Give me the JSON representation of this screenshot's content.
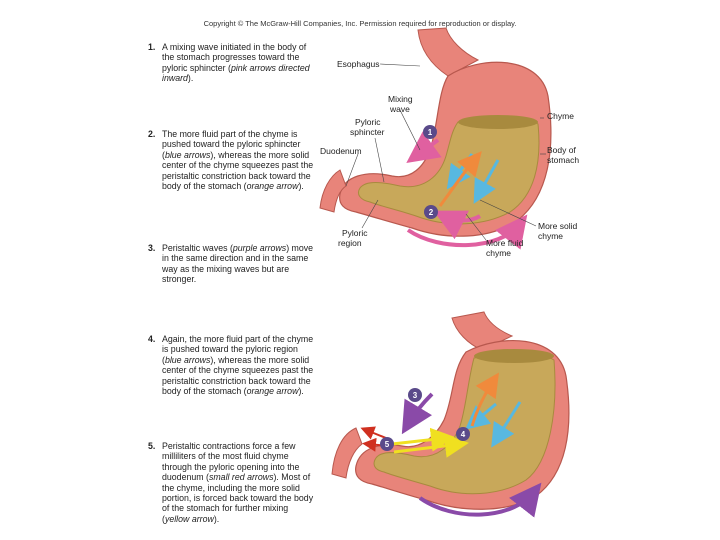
{
  "copyright": "Copyright © The McGraw-Hill Companies, Inc. Permission required for reproduction or display.",
  "steps": [
    {
      "num": "1.",
      "parts": [
        "A mixing wave initiated in the body of the stomach progresses toward the pyloric sphincter (",
        "pink arrows directed inward",
        ")."
      ]
    },
    {
      "num": "2.",
      "parts": [
        "The more fluid part of the chyme is pushed toward the pyloric sphincter (",
        "blue arrows",
        "), whereas the more solid center of the chyme squeezes past the peristaltic constriction back toward the body of the stomach (",
        "orange arrow",
        ")."
      ]
    },
    {
      "num": "3.",
      "parts": [
        "Peristaltic waves (",
        "purple arrows",
        ") move in the same direction and in the same way as the mixing waves but are stronger."
      ]
    },
    {
      "num": "4.",
      "parts": [
        "Again, the more fluid part of the chyme is pushed toward the pyloric region (",
        "blue arrows",
        "), whereas the more solid center of the chyme squeezes past the peristaltic constriction back toward the body of the stomach (",
        "orange arrow",
        ")."
      ]
    },
    {
      "num": "5.",
      "parts": [
        "Peristaltic contractions force a few milliliters of the most fluid chyme through the pyloric opening into the duodenum (",
        "small red arrows",
        "). Most of the chyme, including the more solid portion, is forced back toward the body of the stomach for further mixing (",
        "yellow arrow",
        ")."
      ]
    }
  ],
  "labels": {
    "esophagus": "Esophagus",
    "mixing_wave": [
      "Mixing",
      "wave"
    ],
    "pyloric_sphincter": [
      "Pyloric",
      "sphincter"
    ],
    "duodenum": "Duodenum",
    "chyme": "Chyme",
    "body_of_stomach": [
      "Body of",
      "stomach"
    ],
    "more_solid_chyme": [
      "More solid",
      "chyme"
    ],
    "more_fluid_chyme": [
      "More fluid",
      "chyme"
    ],
    "pyloric_region": [
      "Pyloric",
      "region"
    ]
  },
  "badges": [
    "1",
    "2",
    "3",
    "4",
    "5"
  ],
  "colors": {
    "stomach_wall": "#e8847a",
    "stomach_wall_light": "#f4b6a8",
    "chyme": "#c8a85a",
    "chyme_dark": "#a88a3e",
    "mixing_arrow": "#e060a0",
    "fluid_arrow": "#58b8e0",
    "solid_arrow": "#f08a3c",
    "peristaltic_arrow": "#8a4aa8",
    "duodenum_arrow": "#d03020",
    "mixing_back_arrow": "#f0e020",
    "badge": "#5a4a8a"
  }
}
